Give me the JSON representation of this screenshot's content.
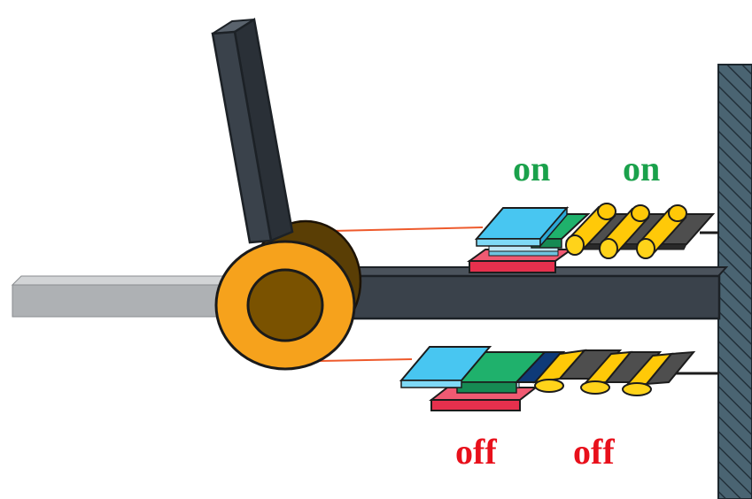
{
  "labels": {
    "top_left": "on",
    "top_right": "on",
    "bottom_left": "off",
    "bottom_right": "off"
  },
  "colors": {
    "on_text": "#1aa14b",
    "off_text": "#e8101b",
    "rod_dark": "#3a424b",
    "rod_grey": "#aeb1b4",
    "ring_orange": "#f6a21c",
    "ring_brown": "#7a5200",
    "wall": "#4a6472",
    "cyan_plate": "#48c6f1",
    "green_plate": "#1fb16c",
    "red_plate": "#e5304d",
    "yellow_roller": "#ffc908",
    "navy_plate": "#0e3a78",
    "tie_line": "#ee5a2c"
  },
  "states": {
    "upper_row": "on",
    "lower_row": "off"
  }
}
